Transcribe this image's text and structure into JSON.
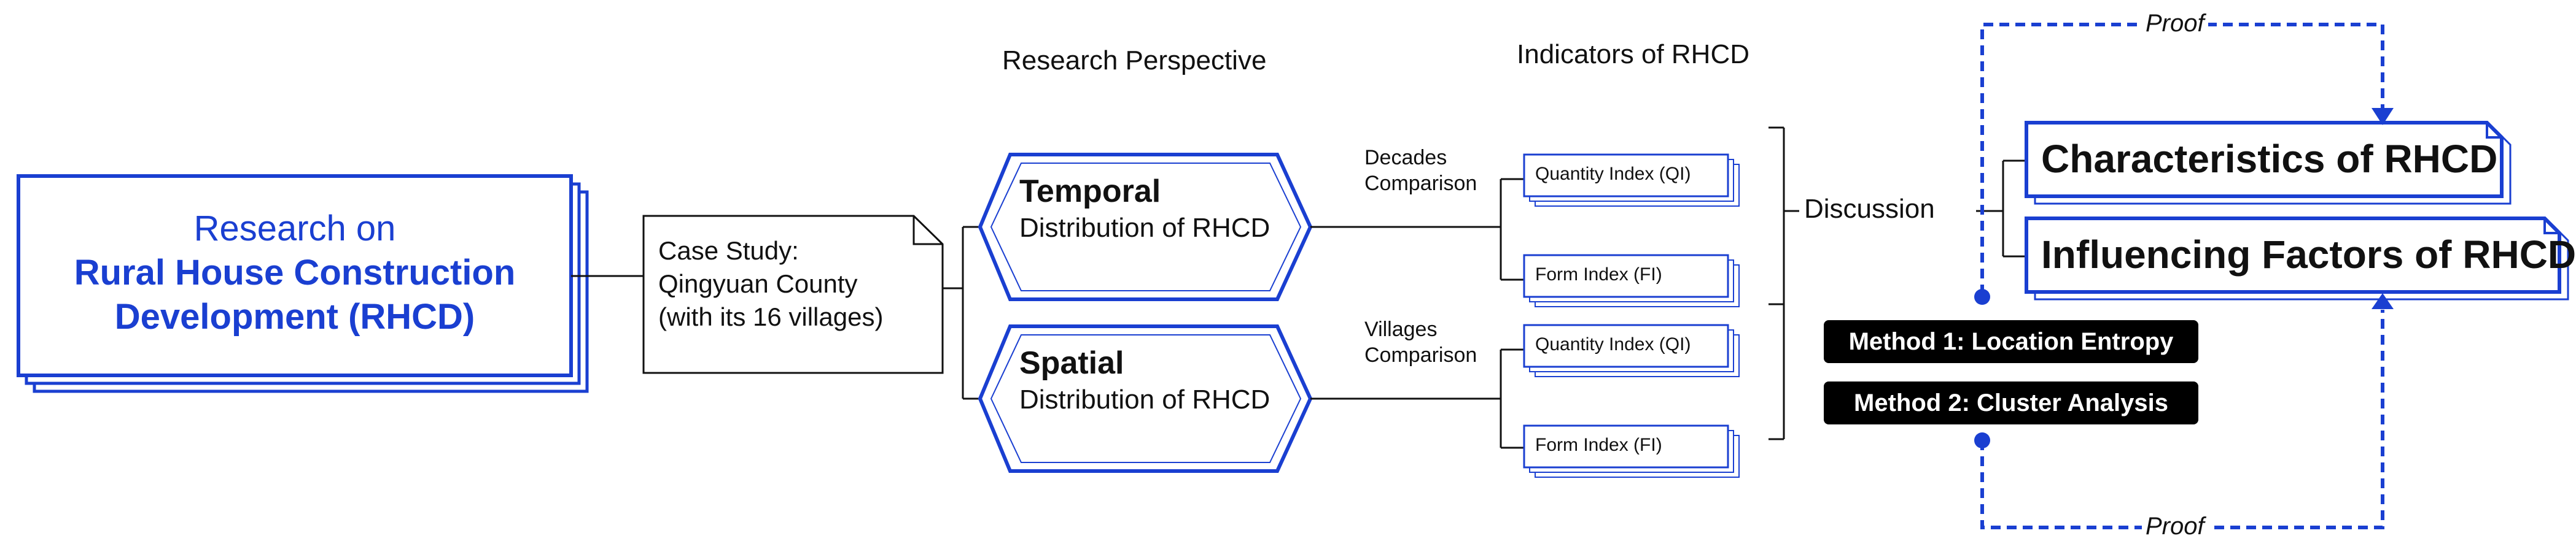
{
  "headings": {
    "perspective": "Research Perspective",
    "indicators": "Indicators of RHCD"
  },
  "main_box": {
    "line1": "Research on",
    "line2": "Rural House Construction",
    "line3": "Development (RHCD)"
  },
  "case_study": {
    "line1": "Case Study:",
    "line2": "Qingyuan County",
    "line3": "(with its 16 villages)"
  },
  "temporal": {
    "title": "Temporal",
    "subtitle": "Distribution of RHCD",
    "comparison_1": "Decades",
    "comparison_2": "Comparison"
  },
  "spatial": {
    "title": "Spatial",
    "subtitle": "Distribution of RHCD",
    "comparison_1": "Villages",
    "comparison_2": "Comparison"
  },
  "indicators": {
    "qi_label": "Quantity Index (QI)",
    "fi_label": "Form Index (FI)"
  },
  "discussion": "Discussion",
  "outcomes": {
    "characteristics": "Characteristics of RHCD",
    "factors": "Influencing Factors of RHCD"
  },
  "methods": {
    "method1": "Method 1: Location Entropy",
    "method2": "Method 2: Cluster Analysis"
  },
  "proof_label": "Proof",
  "colors": {
    "accent": "#1a3fd1",
    "text": "#111111",
    "method_bg": "#000000"
  }
}
